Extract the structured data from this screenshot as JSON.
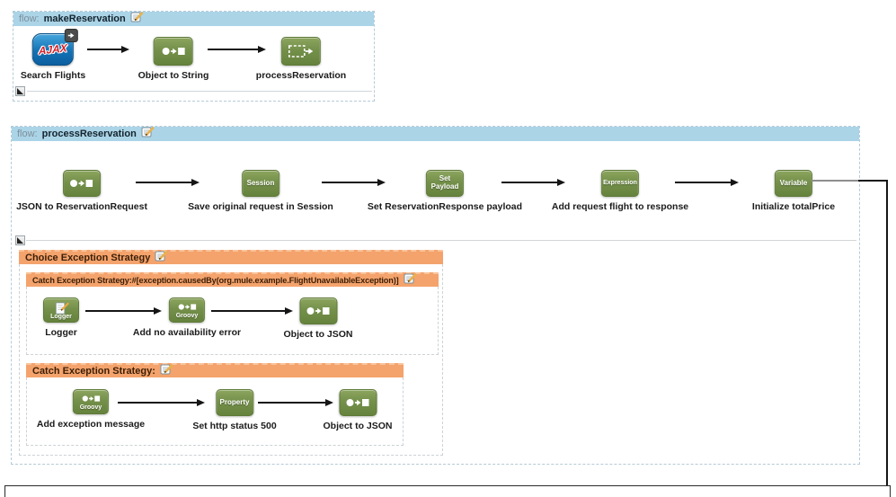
{
  "flows": [
    {
      "prefix": "flow:",
      "name": "makeReservation",
      "components": [
        {
          "label": "Search Flights",
          "logo": "AJAX"
        },
        {
          "label": "Object to String"
        },
        {
          "label": "processReservation"
        }
      ]
    },
    {
      "prefix": "flow:",
      "name": "processReservation",
      "components": [
        {
          "label": "JSON to ReservationRequest"
        },
        {
          "label": "Save original request in Session",
          "badge": "Session"
        },
        {
          "label": "Set ReservationResponse payload",
          "badge": "Set Payload"
        },
        {
          "label": "Add request flight to response",
          "badge": "Expression"
        },
        {
          "label": "Initialize totalPrice",
          "badge": "Variable"
        }
      ],
      "exception_strategy": {
        "title": "Choice Exception Strategy",
        "catches": [
          {
            "title": "Catch Exception Strategy:#[exception.causedBy(org.mule.example.FlightUnavailableException)]",
            "components": [
              {
                "label": "Logger",
                "badge": "Logger"
              },
              {
                "label": "Add no availability error",
                "badge": "Groovy"
              },
              {
                "label": "Object to JSON"
              }
            ]
          },
          {
            "title": "Catch Exception Strategy:",
            "components": [
              {
                "label": "Add exception message",
                "badge": "Groovy"
              },
              {
                "label": "Set http status 500",
                "badge": "Property"
              },
              {
                "label": "Object to JSON"
              }
            ]
          }
        ]
      }
    }
  ],
  "colors": {
    "flow_header_bg": "#abd4e7",
    "exception_header_bg": "#f4a36c",
    "component_green": "#74904a",
    "ajax_blue": "#1272b4",
    "arrow": "#151515"
  }
}
